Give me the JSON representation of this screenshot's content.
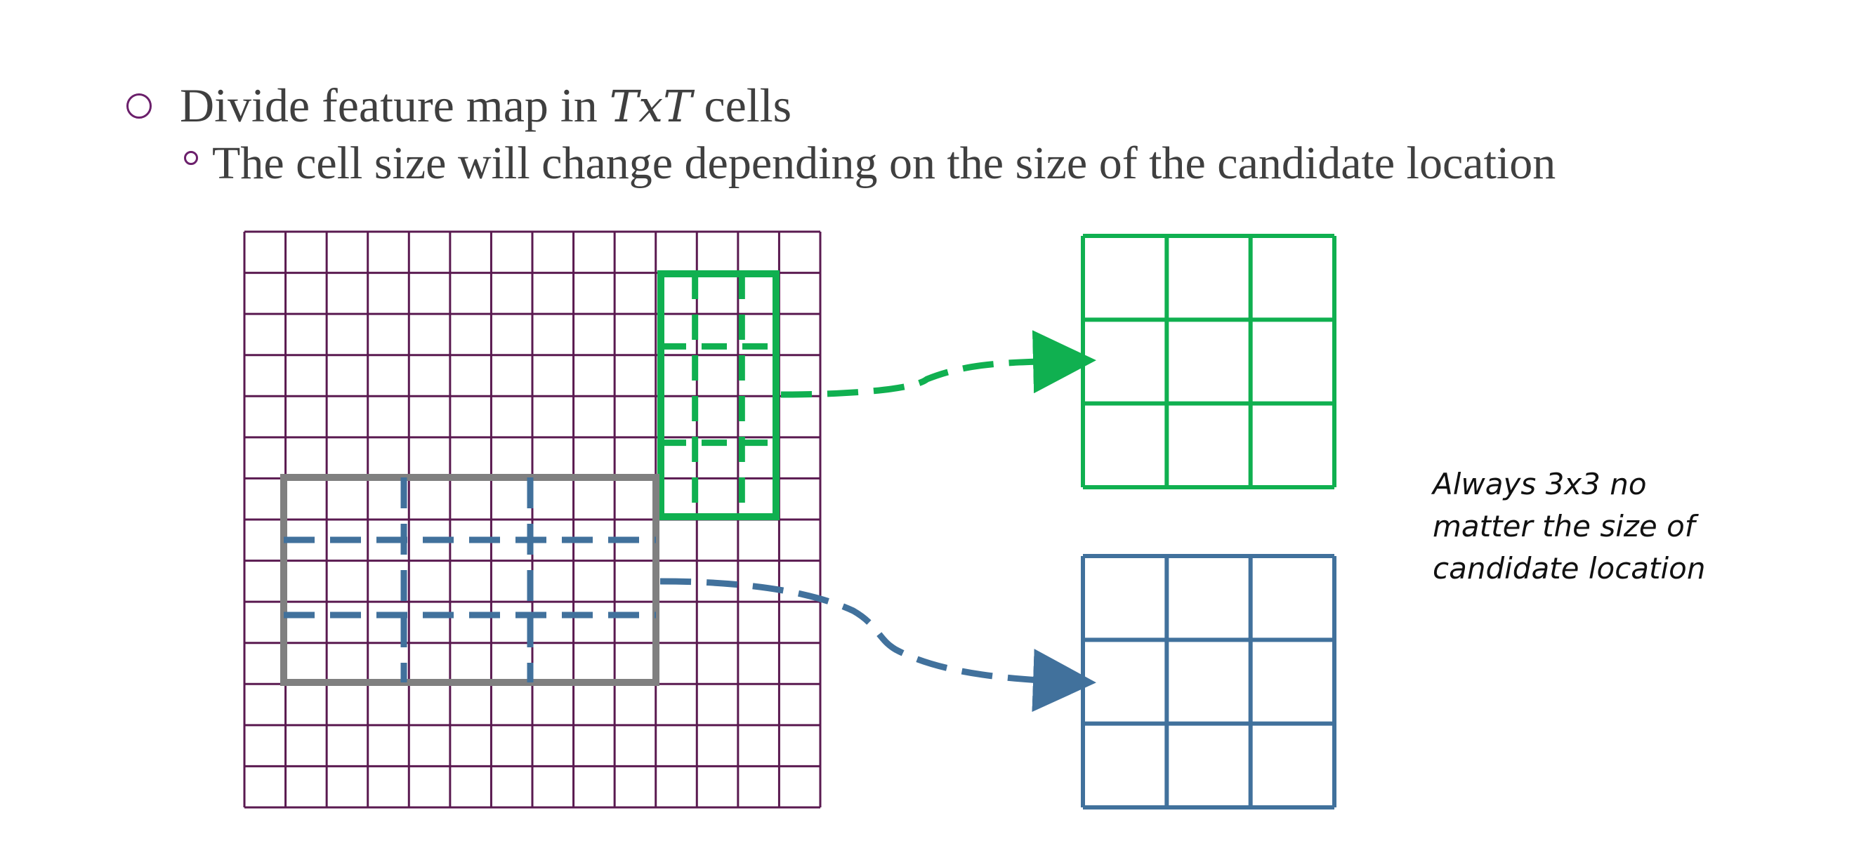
{
  "slide": {
    "bullet1": {
      "before": "Divide feature map in",
      "math": "TxT",
      "after": "cells"
    },
    "bullet2": "The cell size will change depending on the size of the candidate location",
    "note_lines": [
      "Always 3x3 no",
      "matter the size of",
      "candidate location"
    ]
  },
  "colors": {
    "grid": "#5a1a50",
    "green": "#10b050",
    "blue": "#41719c",
    "gray": "#808080",
    "bullet_marker": "#6b1f6b",
    "text": "#3f3f3f"
  },
  "feature_map": {
    "rows": 14,
    "cols": 14
  },
  "output_grid": {
    "rows": 3,
    "cols": 3
  }
}
